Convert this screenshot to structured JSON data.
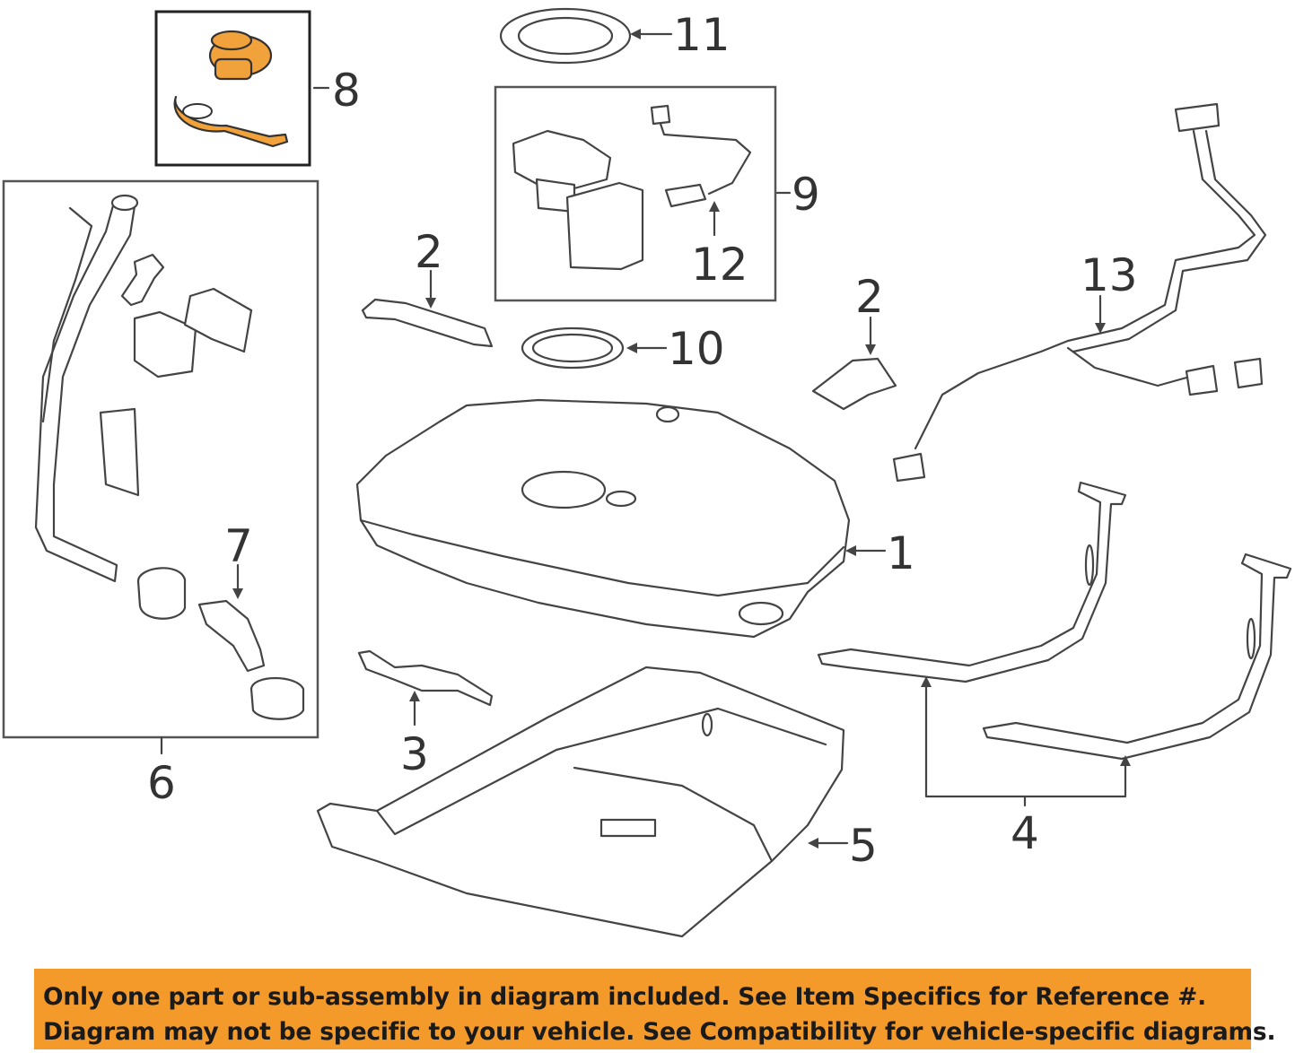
{
  "callouts": {
    "c1": "1",
    "c2a": "2",
    "c2b": "2",
    "c3": "3",
    "c4": "4",
    "c5": "5",
    "c6": "6",
    "c7": "7",
    "c8": "8",
    "c9": "9",
    "c10": "10",
    "c11": "11",
    "c12": "12",
    "c13": "13"
  },
  "notice": {
    "line1": "Only one part or sub-assembly in diagram included. See Item Specifics for Reference #.",
    "line2": "Diagram may not be specific to your vehicle. See Compatibility for vehicle-specific diagrams."
  },
  "colors": {
    "highlight": "#f2a23a",
    "notice_background": "#f39a2a",
    "line": "#444444"
  }
}
